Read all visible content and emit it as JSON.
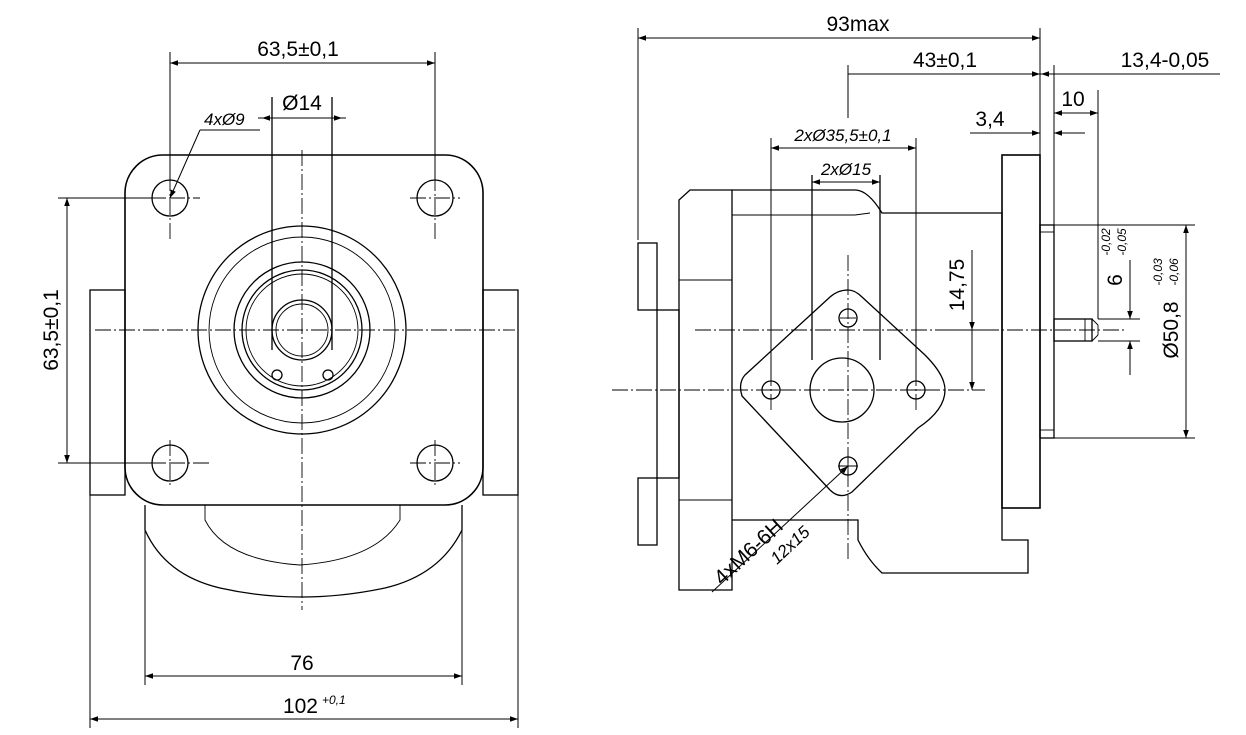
{
  "front_view": {
    "dim_width_holes": "63,5±0,1",
    "dim_shaft": "Ø14",
    "dim_holes_note": "4xØ9",
    "dim_height_holes": "63,5±0,1",
    "dim_width_76": "76",
    "dim_width_102": "102",
    "dim_width_102_tol": "+0,1"
  },
  "side_view": {
    "dim_overall": "93max",
    "dim_43": "43±0,1",
    "dim_13_4": "13,4-0,05",
    "dim_10": "10",
    "dim_3_4": "3,4",
    "dim_ports_big": "2xØ35,5±0,1",
    "dim_ports_small": "2xØ15",
    "dim_14_75": "14,75",
    "dim_6": "6",
    "dim_6_tol_upper": "-0,02",
    "dim_6_tol_lower": "-0,05",
    "dim_pilot": "Ø50,8",
    "dim_pilot_tol_upper": "-0,03",
    "dim_pilot_tol_lower": "-0,06",
    "thread_note": "4xM6-6H",
    "thread_depth": "12x15"
  }
}
